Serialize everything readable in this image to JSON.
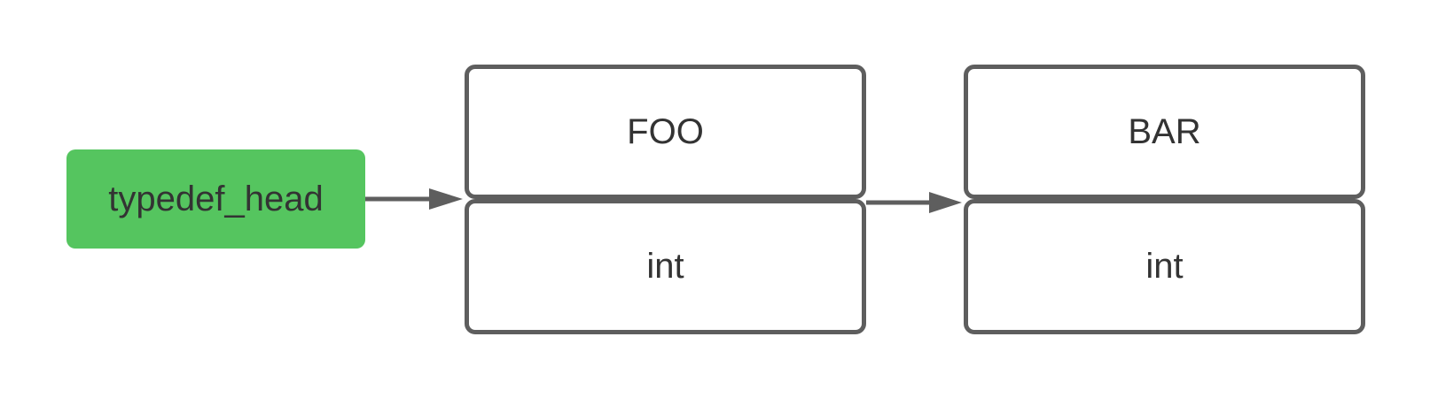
{
  "head": {
    "label": "typedef_head"
  },
  "nodes": [
    {
      "name": "FOO",
      "field": "int"
    },
    {
      "name": "BAR",
      "field": "int"
    }
  ],
  "colors": {
    "head_fill": "#55c55f",
    "border": "#5e5e5e",
    "text": "#333333"
  }
}
